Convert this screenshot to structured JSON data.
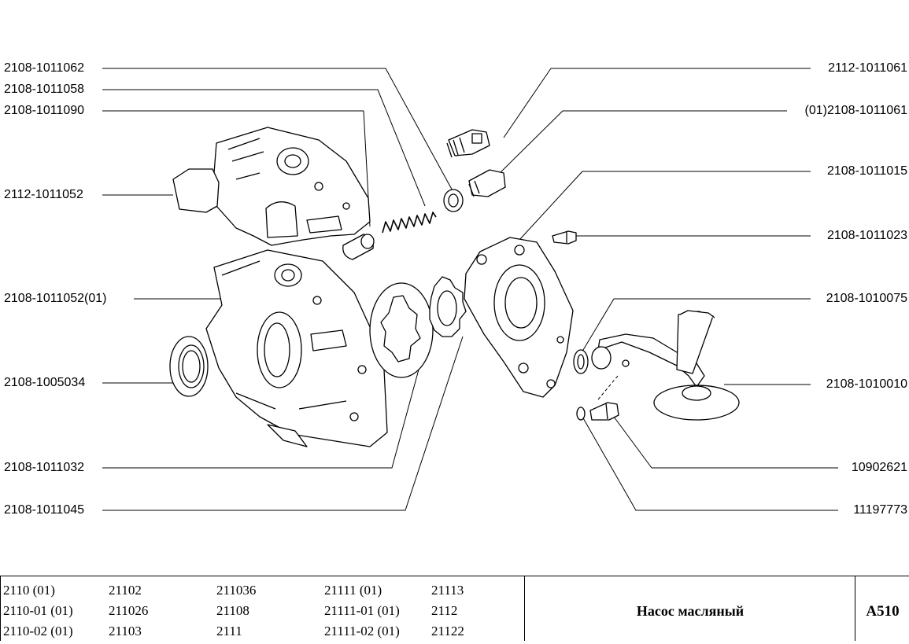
{
  "labels_left": [
    {
      "id": "l1",
      "text": "2108-1011062"
    },
    {
      "id": "l2",
      "text": "2108-1011058"
    },
    {
      "id": "l3",
      "text": "2108-1011090"
    },
    {
      "id": "l4",
      "text": "2112-1011052"
    },
    {
      "id": "l5",
      "text": "2108-1011052(01)"
    },
    {
      "id": "l6",
      "text": "2108-1005034"
    },
    {
      "id": "l7",
      "text": "2108-1011032"
    },
    {
      "id": "l8",
      "text": "2108-1011045"
    }
  ],
  "labels_right": [
    {
      "id": "r1",
      "text": "2112-1011061"
    },
    {
      "id": "r2",
      "text": "(01)2108-1011061"
    },
    {
      "id": "r3",
      "text": "2108-1011015"
    },
    {
      "id": "r4",
      "text": "2108-1011023"
    },
    {
      "id": "r5",
      "text": "2108-1010075"
    },
    {
      "id": "r6",
      "text": "2108-1010010"
    },
    {
      "id": "r7",
      "text": "10902621"
    },
    {
      "id": "r8",
      "text": "11197773"
    }
  ],
  "models": [
    [
      "2110 (01)",
      "2110-01 (01)",
      "2110-02 (01)"
    ],
    [
      "21102",
      "211026",
      "21103"
    ],
    [
      "211036",
      "21108",
      "2111"
    ],
    [
      "21111 (01)",
      "21111-01 (01)",
      "21111-02 (01)"
    ],
    [
      "21113",
      "2112",
      "21122"
    ]
  ],
  "title": "Насос масляный",
  "code": "A510"
}
